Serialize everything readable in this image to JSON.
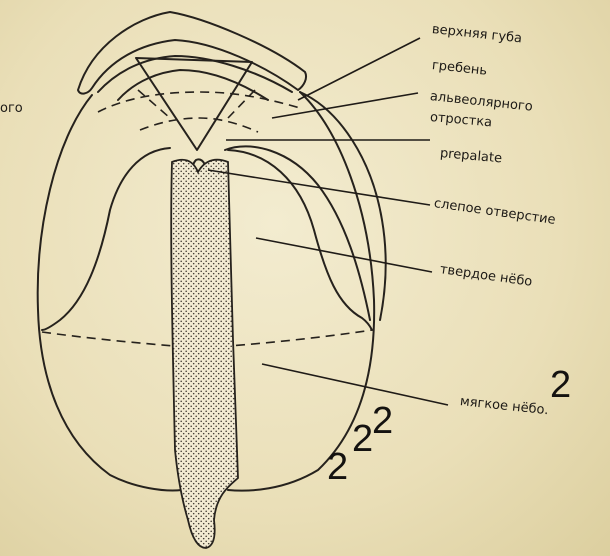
{
  "labels": {
    "upper_lip": "верхняя губа",
    "ridge_1": "гребень",
    "ridge_2": "альвеолярного",
    "ridge_3": "отростка",
    "prepalate": "prepalate",
    "blind_foramen": "слепое отверстие",
    "hard_palate": "твердое нёбо",
    "soft_palate": "мягкое нёбо.",
    "left_edge_fragment": "ого"
  },
  "overlay_numbers": [
    "2",
    "2",
    "2",
    "2"
  ]
}
